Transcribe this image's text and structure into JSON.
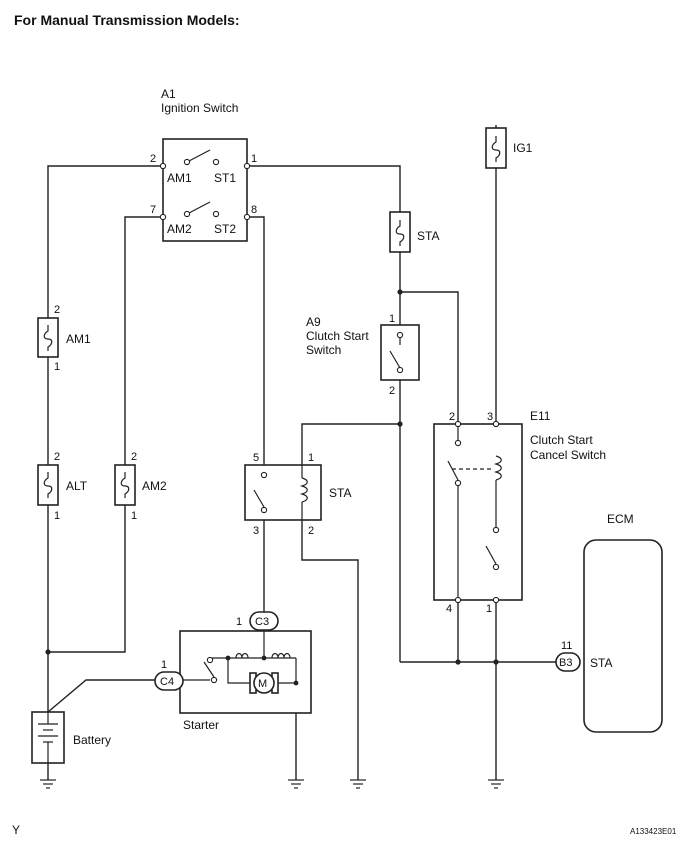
{
  "header": {
    "title": "For Manual Transmission Models:"
  },
  "footer": {
    "left_code": "Y",
    "right_code": "A133423E01"
  },
  "ignition_switch": {
    "ref": "A1",
    "name": "Ignition Switch",
    "contacts": [
      "AM1",
      "ST1",
      "AM2",
      "ST2"
    ],
    "pins": [
      "2",
      "1",
      "7",
      "8"
    ]
  },
  "fuses": {
    "ig1": {
      "label": "IG1"
    },
    "sta": {
      "label": "STA"
    },
    "am1": {
      "label": "AM1",
      "pin_top": "2",
      "pin_bottom": "1"
    },
    "alt": {
      "label": "ALT",
      "pin_top": "2",
      "pin_bottom": "1"
    },
    "am2": {
      "label": "AM2",
      "pin_top": "2",
      "pin_bottom": "1"
    }
  },
  "clutch_start_switch": {
    "ref": "A9",
    "name_line1": "Clutch Start",
    "name_line2": "Switch",
    "pin_top": "1",
    "pin_bottom": "2"
  },
  "sta_relay": {
    "label": "STA",
    "pins": [
      "5",
      "1",
      "3",
      "2"
    ]
  },
  "cancel_switch": {
    "ref": "E11",
    "name_line1": "Clutch Start",
    "name_line2": "Cancel Switch",
    "pins_top": [
      "2",
      "3"
    ],
    "pins_bottom": [
      "4",
      "1"
    ]
  },
  "ecm": {
    "label": "ECM",
    "pin": "11",
    "connector": "B3",
    "terminal": "STA"
  },
  "starter": {
    "label": "Starter",
    "connector_c3": "C3",
    "pin_c3": "1",
    "connector_c4": "C4",
    "pin_c4": "1",
    "motor": "M"
  },
  "battery": {
    "label": "Battery"
  }
}
